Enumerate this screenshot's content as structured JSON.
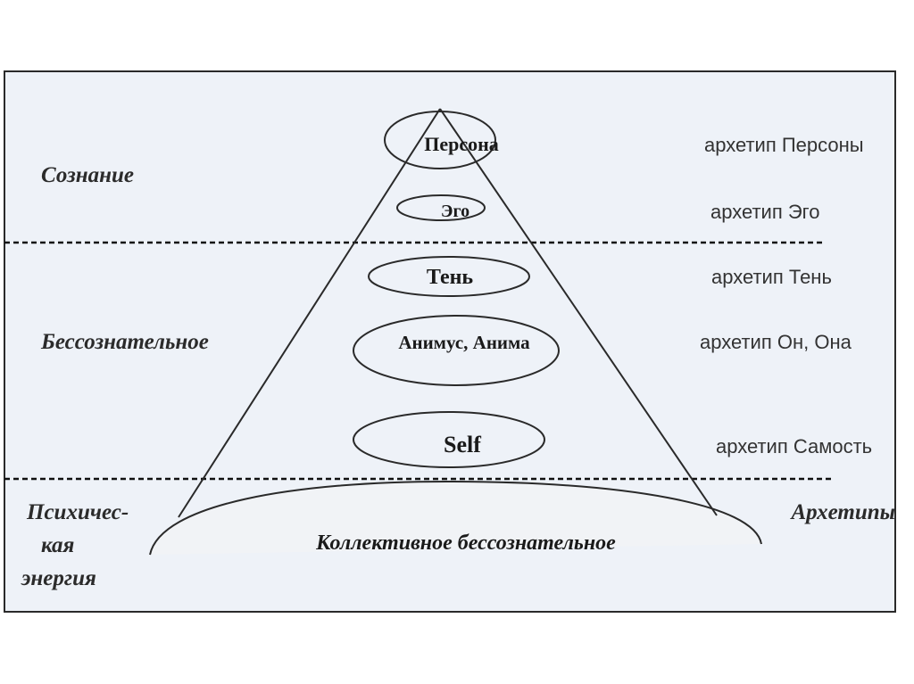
{
  "colors": {
    "panel_fill": "#eef2f8",
    "stroke": "#2a2a2a",
    "text": "#222222"
  },
  "zones": {
    "consciousness": "Сознание",
    "unconscious": "Бессознательное",
    "psychic_energy_line1": "Психичес-",
    "psychic_energy_line2": "кая",
    "psychic_energy_line3": "энергия",
    "archetypes": "Архетипы"
  },
  "nodes": {
    "persona": "Персона",
    "ego": "Эго",
    "shadow": "Тень",
    "animus_anima": "Анимус, Анима",
    "self": "Self",
    "collective": "Коллективное бессознательное"
  },
  "archetype_labels": {
    "persona": "архетип Персоны",
    "ego": "архетип Эго",
    "shadow": "архетип Тень",
    "animus_anima": "архетип Он, Она",
    "self": "архетип Самость"
  }
}
